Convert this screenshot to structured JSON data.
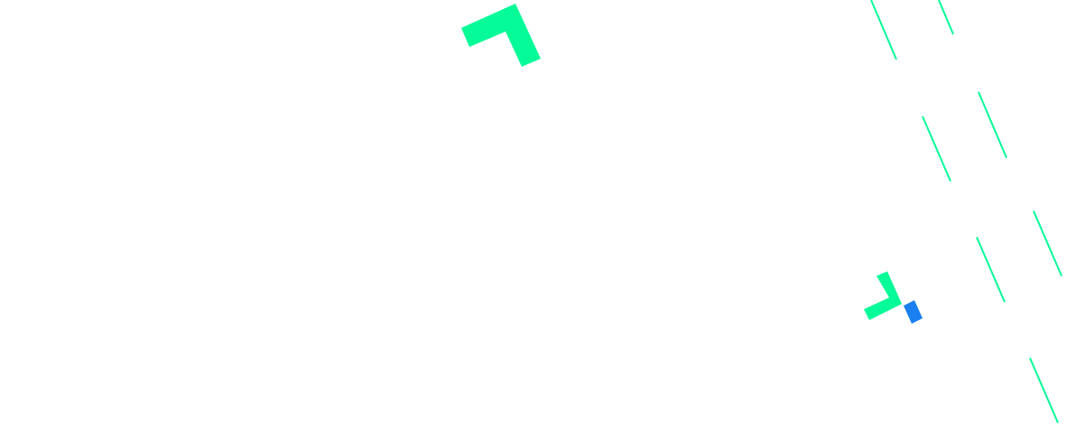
{
  "colors": {
    "background": "#ffffff",
    "accent_green": "#05fa98",
    "accent_blue": "#1a7ff0"
  },
  "decorations": {
    "large_chevron_icon": "chevron-corner",
    "small_chevron_icon": "chevron-corner",
    "blue_square_icon": "square",
    "stripe_count": 7
  }
}
